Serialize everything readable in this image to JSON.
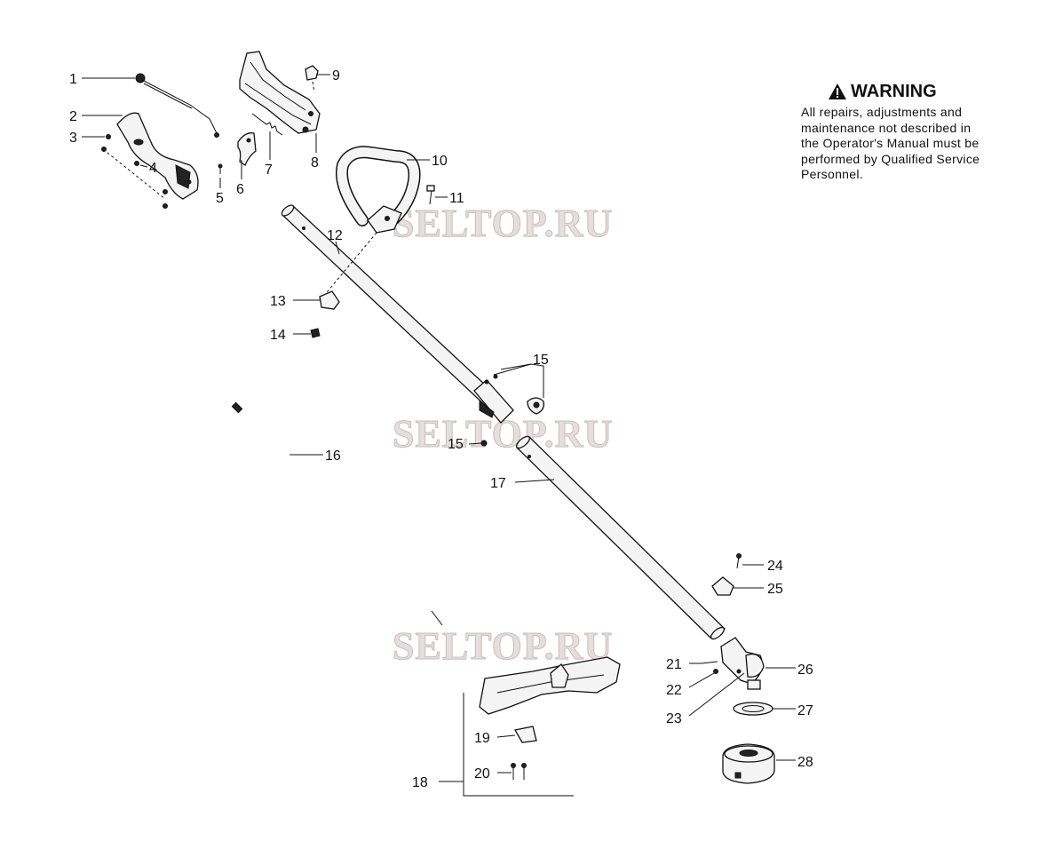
{
  "warning": {
    "icon": "warning-triangle-icon",
    "title": "WARNING",
    "body": "All repairs, adjustments and\nmaintenance not described in\nthe Operator's Manual must be\nperformed by Qualified Service\nPersonnel."
  },
  "watermark": "SELTOP.RU",
  "callouts": {
    "p1": "1",
    "p2": "2",
    "p3": "3",
    "p4": "4",
    "p5": "5",
    "p6": "6",
    "p7": "7",
    "p8": "8",
    "p9": "9",
    "p10": "10",
    "p11": "11",
    "p12": "12",
    "p13": "13",
    "p14": "14",
    "p15a": "15",
    "p15b": "15",
    "p16": "16",
    "p17": "17",
    "p18": "18",
    "p19": "19",
    "p20": "20",
    "p21": "21",
    "p22": "22",
    "p23": "23",
    "p24": "24",
    "p25": "25",
    "p26": "26",
    "p27": "27",
    "p28": "28"
  }
}
